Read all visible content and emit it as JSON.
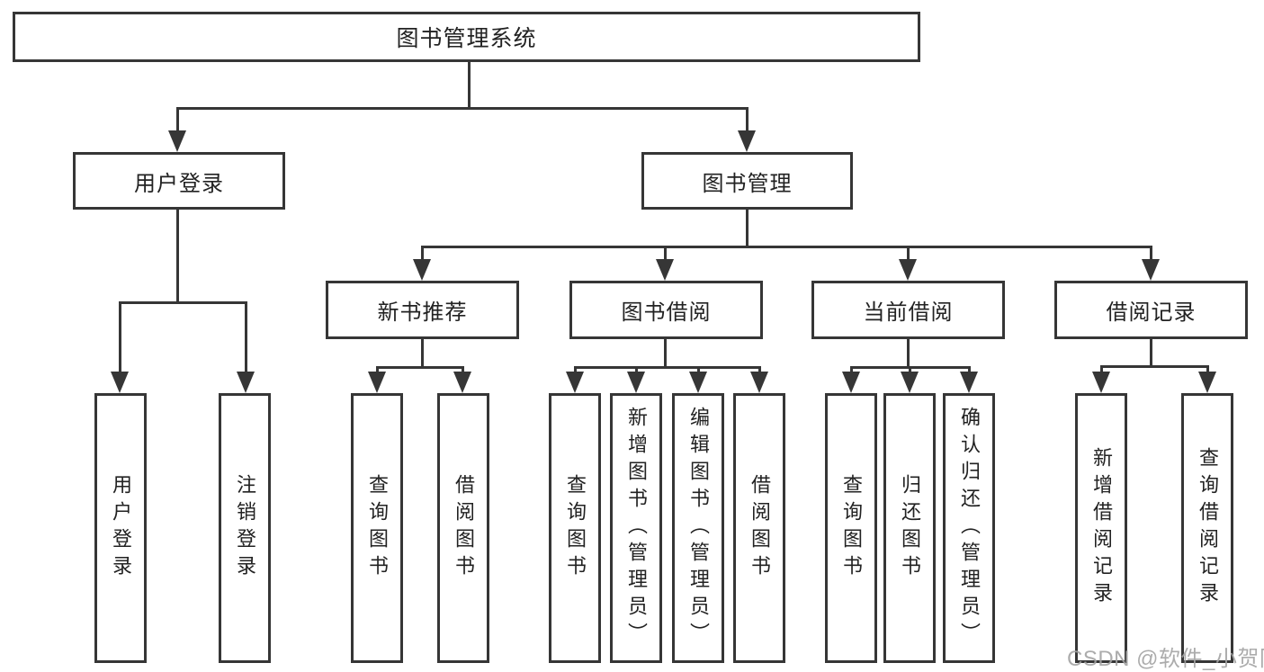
{
  "diagram": {
    "root": {
      "label": "图书管理系统"
    },
    "level2": [
      {
        "label": "用户登录"
      },
      {
        "label": "图书管理"
      }
    ],
    "level3": [
      {
        "label": "新书推荐"
      },
      {
        "label": "图书借阅"
      },
      {
        "label": "当前借阅"
      },
      {
        "label": "借阅记录"
      }
    ],
    "leaves": [
      {
        "label": "用户登录"
      },
      {
        "label": "注销登录"
      },
      {
        "label": "查询图书"
      },
      {
        "label": "借阅图书"
      },
      {
        "label": "查询图书"
      },
      {
        "label": "新增图书（管理员）"
      },
      {
        "label": "编辑图书（管理员）"
      },
      {
        "label": "借阅图书"
      },
      {
        "label": "查询图书"
      },
      {
        "label": "归还图书"
      },
      {
        "label": "确认归还（管理员）"
      },
      {
        "label": "新增借阅记录"
      },
      {
        "label": "查询借阅记录"
      }
    ],
    "watermark": "CSDN @软件_小贺同学",
    "colors": {
      "line": "#363636",
      "text": "#222222",
      "watermark": "#a3a3a3",
      "background": "#ffffff"
    }
  }
}
